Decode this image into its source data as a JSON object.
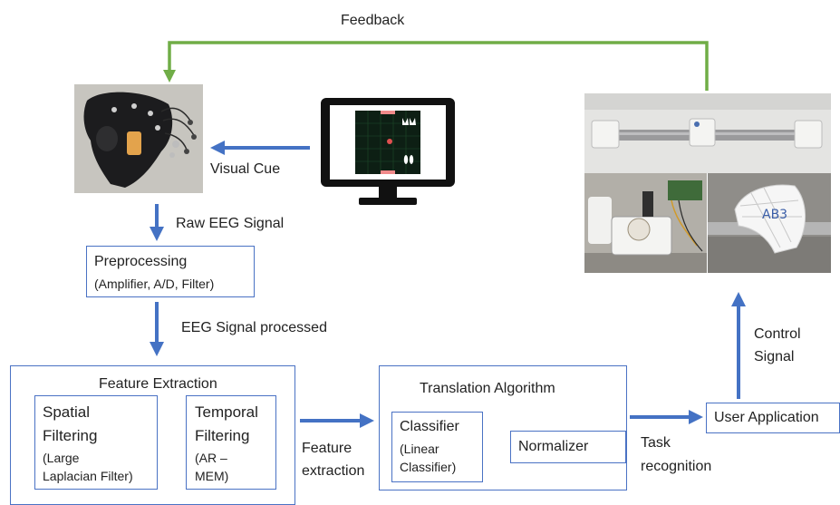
{
  "feedback_label": "Feedback",
  "visual_cue_label": "Visual Cue",
  "raw_eeg_label": "Raw EEG Signal",
  "preprocessing": {
    "title": "Preprocessing",
    "subtitle": "(Amplifier, A/D, Filter)"
  },
  "eeg_processed_label": "EEG Signal processed",
  "feature_extraction": {
    "title": "Feature Extraction",
    "spatial": {
      "line1": "Spatial",
      "line2": "Filtering",
      "line3": "(Large",
      "line4": "Laplacian Filter)"
    },
    "temporal": {
      "line1": "Temporal",
      "line2": "Filtering",
      "line3": "(AR –",
      "line4": "MEM)"
    }
  },
  "feature_extraction_arrow_label": {
    "line1": "Feature",
    "line2": "extraction"
  },
  "translation_algorithm": {
    "title": "Translation Algorithm",
    "classifier": {
      "line1": "Classifier",
      "line2": "(Linear",
      "line3": "Classifier)"
    },
    "normalizer": "Normalizer"
  },
  "task_recognition_label": {
    "line1": "Task",
    "line2": "recognition"
  },
  "user_application": "User Application",
  "control_signal_label": {
    "line1": "Control",
    "line2": "Signal"
  },
  "colors": {
    "arrow_blue": "#4472c4",
    "box_border": "#4a72c4",
    "feedback_green": "#70ad47",
    "monitor_black": "#111111"
  },
  "icons": {
    "eeg_cap_photo": "eeg-cap-photo",
    "monitor": "monitor-icon",
    "device_photo": "device-photo"
  }
}
